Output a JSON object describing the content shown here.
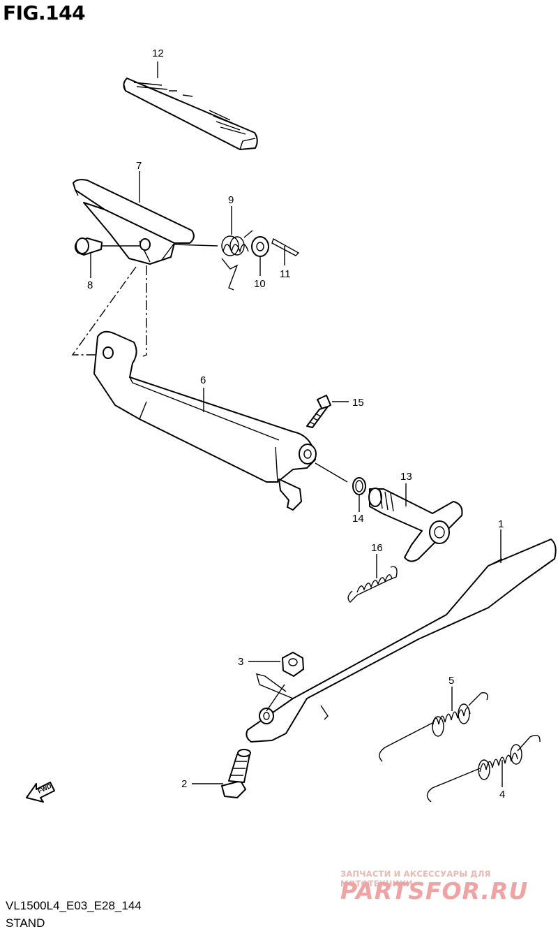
{
  "figure": {
    "title": "FIG.144",
    "code": "VL1500L4_E03_E28_144",
    "caption": "STAND"
  },
  "callouts": [
    "1",
    "2",
    "3",
    "4",
    "5",
    "6",
    "7",
    "8",
    "9",
    "10",
    "11",
    "12",
    "13",
    "14",
    "15",
    "16"
  ],
  "fwd_label": "FWD",
  "watermark": {
    "line1": "ЗАПЧАСТИ И АКСЕССУАРЫ ДЛЯ МОТОТЕХНИКИ",
    "line2": "PARTSFOR.RU"
  }
}
